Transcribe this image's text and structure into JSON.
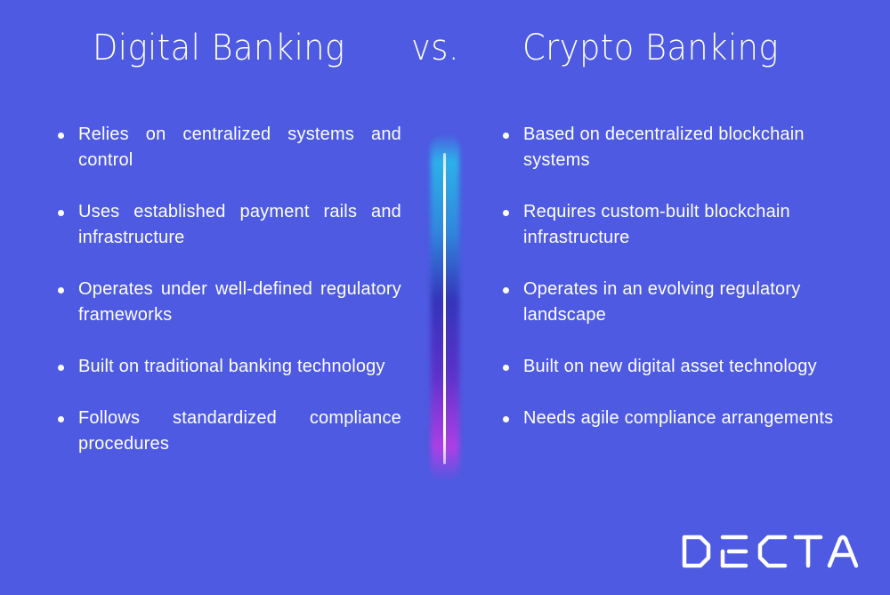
{
  "header": {
    "left_title": "Digital Banking",
    "vs_label": "vs.",
    "right_title": "Crypto Banking"
  },
  "digital_banking": {
    "items": [
      {
        "label": "Relies on centralized systems and control"
      },
      {
        "label": "Uses established payment rails and infrastructure"
      },
      {
        "label": "Operates under well-defined regulatory frameworks"
      },
      {
        "label": "Built on traditional banking technology"
      },
      {
        "label": "Follows standardized compliance procedures"
      }
    ]
  },
  "crypto_banking": {
    "items": [
      {
        "label": "Based on decentralized blockchain systems"
      },
      {
        "label": "Requires custom-built blockchain infrastructure"
      },
      {
        "label": "Operates in an evolving regulatory landscape"
      },
      {
        "label": "Built on new digital asset technology"
      },
      {
        "label": "Needs agile compliance arrangements"
      }
    ]
  },
  "brand": {
    "logo_text": "DECTA"
  },
  "colors": {
    "background": "#4d5ae1",
    "text": "#ffffff",
    "divider_top": "#2bb6ea",
    "divider_mid": "#3433b8",
    "divider_bottom": "#b33ee6"
  }
}
